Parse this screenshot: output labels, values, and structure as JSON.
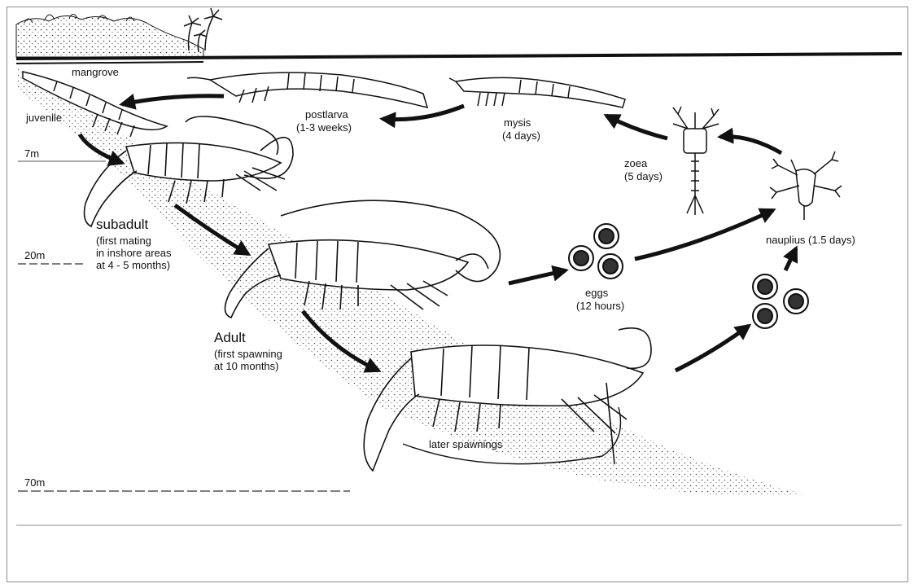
{
  "depths": [
    "7m",
    "20m",
    "70m"
  ],
  "stages": {
    "mangrove": "mangrove",
    "juvenile": "juvenile",
    "postlarva": "postlarva",
    "postlarva_duration": "(1-3 weeks)",
    "mysis": "mysis",
    "mysis_duration": "(4 days)",
    "zoea": "zoea",
    "zoea_duration": "(5 days)",
    "nauplius": "nauplius (1.5 days)",
    "eggs": "eggs",
    "eggs_duration": "(12 hours)",
    "subadult": "subadult",
    "subadult_note": "(first mating\nin inshore areas\nat 4 - 5 months)",
    "adult": "Adult",
    "adult_note": "(first spawning\nat 10 months)",
    "later_spawnings": "later spawnings"
  }
}
